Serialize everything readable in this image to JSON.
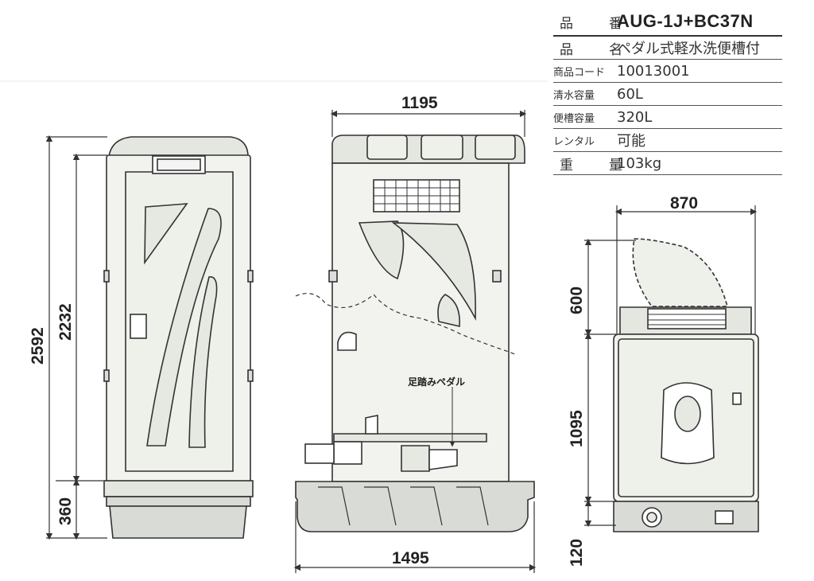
{
  "spec_table": {
    "rows": [
      {
        "key": "品　番",
        "value": "AUG-1J+BC37N"
      },
      {
        "key": "品　名",
        "value": "ペダル式軽水洗便槽付"
      },
      {
        "key": "商品コード",
        "value": "10013001"
      },
      {
        "key": "清水容量",
        "value": "60L"
      },
      {
        "key": "便槽容量",
        "value": "320L"
      },
      {
        "key": "レンタル",
        "value": "可能"
      },
      {
        "key": "重　量",
        "value": "103kg"
      }
    ]
  },
  "front_view": {
    "dim_total_height": "2592",
    "dim_body_height": "2232",
    "dim_base_height": "360"
  },
  "side_view": {
    "dim_top_width": "1195",
    "dim_bottom_width": "1495",
    "pedal_label": "足踏みペダル"
  },
  "top_view": {
    "dim_width": "870",
    "dim_door_swing": "600",
    "dim_depth": "1095",
    "dim_bottom_offset": "120"
  },
  "colors": {
    "line": "#333333",
    "fill": "#f2f3ee",
    "shade": "#d9dcd6"
  }
}
